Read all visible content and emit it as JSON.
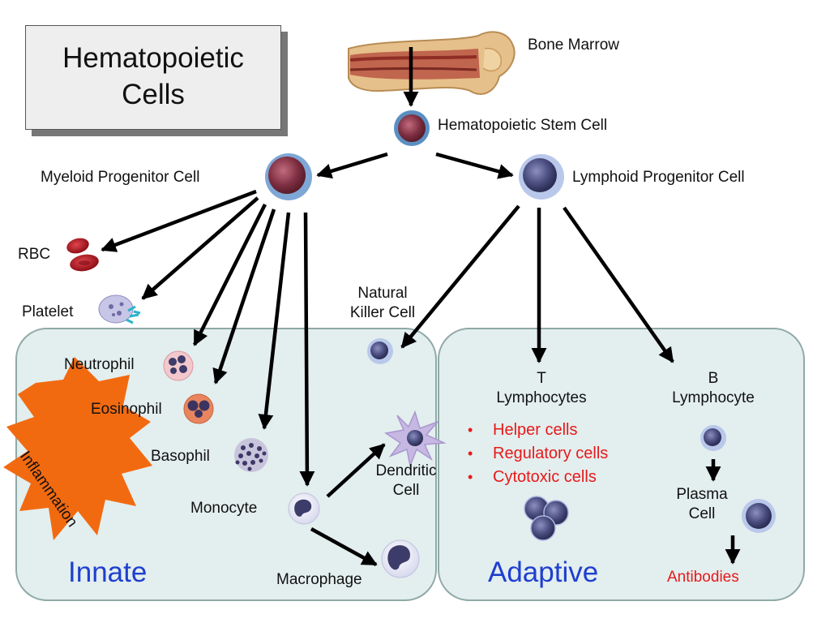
{
  "title": "Hematopoietic\nCells",
  "title_lines": [
    "Hematopoietic",
    "Cells"
  ],
  "regions": {
    "innate": "Innate",
    "adaptive": "Adaptive"
  },
  "badge": "Inflammation",
  "labels": {
    "bone_marrow": "Bone Marrow",
    "stem_cell": "Hematopoietic Stem Cell",
    "myeloid": "Myeloid Progenitor  Cell",
    "lymphoid": "Lymphoid Progenitor Cell",
    "rbc": "RBC",
    "platelet": "Platelet",
    "nk_1": "Natural",
    "nk_2": "Killer Cell",
    "neutrophil": "Neutrophil",
    "eosinophil": "Eosinophil",
    "basophil": "Basophil",
    "monocyte": "Monocyte",
    "dendritic_1": "Dendritic",
    "dendritic_2": "Cell",
    "macrophage": "Macrophage",
    "t_1": "T",
    "t_2": "Lymphocytes",
    "b_1": "B",
    "b_2": "Lymphocyte",
    "plasma_1": "Plasma",
    "plasma_2": "Cell",
    "antibodies": "Antibodies"
  },
  "t_cell_types": [
    "Helper cells",
    "Regulatory cells",
    "Cytotoxic cells"
  ],
  "colors": {
    "region_fill": "#e3eeee",
    "region_border": "#8fa9a6",
    "arrow": "#000000",
    "accent_red": "#e8191a",
    "region_title_blue": "#1f3fcf",
    "badge_orange": "#f26a10",
    "cell_purple": "#5a5f8e",
    "cell_maroon": "#8a3445",
    "rbc_red": "#b3121a"
  }
}
